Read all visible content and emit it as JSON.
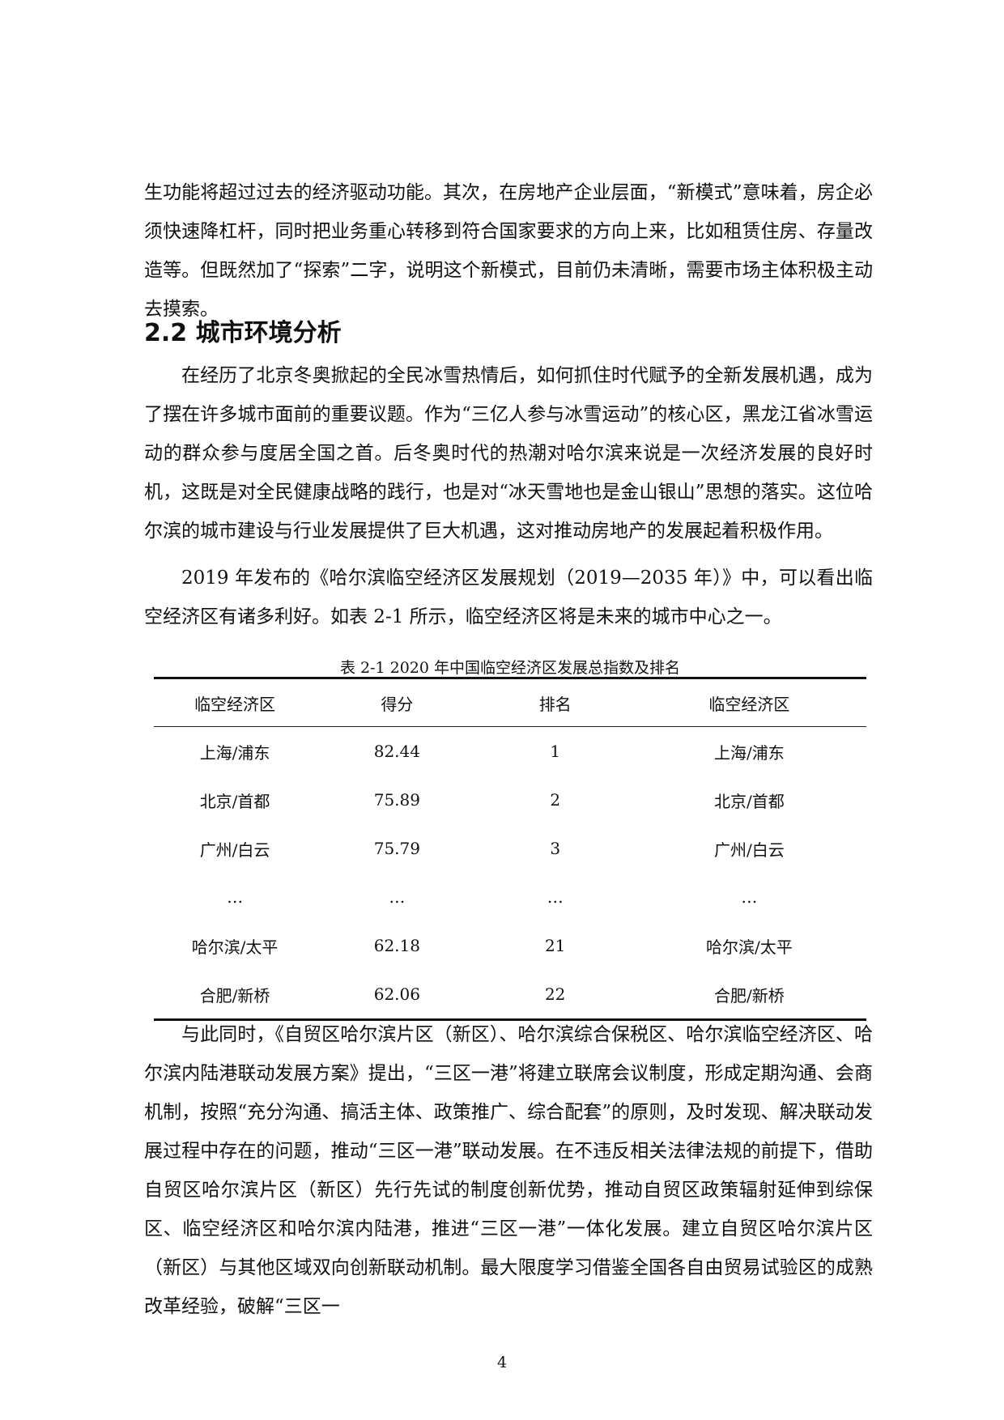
{
  "paragraphs": {
    "p1": "生功能将超过过去的经济驱动功能。其次，在房地产企业层面，“新模式”意味着，房企必须快速降杠杆，同时把业务重心转移到符合国家要求的方向上来，比如租赁住房、存量改造等。但既然加了“探索”二字，说明这个新模式，目前仍未清晰，需要市场主体积极主动去摸索。",
    "heading": "2.2 城市环境分析",
    "p2": "在经历了北京冬奥掀起的全民冰雪热情后，如何抓住时代赋予的全新发展机遇，成为了摆在许多城市面前的重要议题。作为“三亿人参与冰雪运动”的核心区，黑龙江省冰雪运动的群众参与度居全国之首。后冬奥时代的热潮对哈尔滨来说是一次经济发展的良好时机，这既是对全民健康战略的践行，也是对“冰天雪地也是金山银山”思想的落实。这位哈尔滨的城市建设与行业发展提供了巨大机遇，这对推动房地产的发展起着积极作用。",
    "p3": "2019 年发布的《哈尔滨临空经济区发展规划（2019—2035 年）》中，可以看出临空经济区有诸多利好。如表 2-1 所示，临空经济区将是未来的城市中心之一。",
    "p4": "与此同时，《自贸区哈尔滨片区（新区）、哈尔滨综合保税区、哈尔滨临空经济区、哈尔滨内陆港联动发展方案》提出，“三区一港”将建立联席会议制度，形成定期沟通、会商机制，按照“充分沟通、搞活主体、政策推广、综合配套”的原则，及时发现、解决联动发展过程中存在的问题，推动“三区一港”联动发展。在不违反相关法律法规的前提下，借助自贸区哈尔滨片区（新区）先行先试的制度创新优势，推动自贸区政策辐射延伸到综保区、临空经济区和哈尔滨内陆港，推进“三区一港”一体化发展。建立自贸区哈尔滨片区（新区）与其他区域双向创新联动机制。最大限度学习借鉴全国各自由贸易试验区的成熟改革经验，破解“三区一"
  },
  "table": {
    "caption": "表 2-1 2020 年中国临空经济区发展总指数及排名",
    "headers": [
      "临空经济区",
      "得分",
      "排名",
      "临空经济区"
    ],
    "rows": [
      [
        "上海/浦东",
        "82.44",
        "1",
        "上海/浦东"
      ],
      [
        "北京/首都",
        "75.89",
        "2",
        "北京/首都"
      ],
      [
        "广州/白云",
        "75.79",
        "3",
        "广州/白云"
      ],
      [
        "…",
        "…",
        "…",
        "…"
      ],
      [
        "哈尔滨/太平",
        "62.18",
        "21",
        "哈尔滨/太平"
      ],
      [
        "合肥/新桥",
        "62.06",
        "22",
        "合肥/新桥"
      ]
    ]
  },
  "page_number": "4"
}
